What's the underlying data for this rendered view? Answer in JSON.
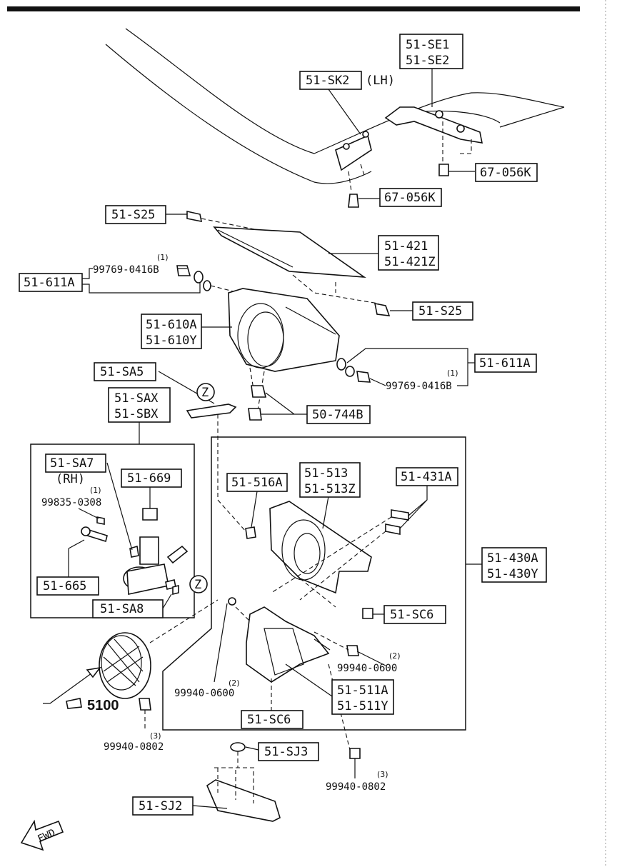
{
  "labels": {
    "se1": "51-SE1",
    "se2": "51-SE2",
    "sk2": "51-SK2",
    "sk2_side": "(LH)",
    "k056_a": "67-056K",
    "k056_b": "67-056K",
    "s25_a": "51-S25",
    "p421": "51-421",
    "p421z": "51-421Z",
    "p611a_a": "51-611A",
    "bolt_a": "99769-0416B",
    "bolt_a_qty": "(1)",
    "s25_b": "51-S25",
    "p610a": "51-610A",
    "p610y": "51-610Y",
    "p611a_b": "51-611A",
    "bolt_b": "99769-0416B",
    "bolt_b_qty": "(1)",
    "sa5": "51-SA5",
    "sax": "51-SAX",
    "sbx": "51-SBX",
    "p744b": "50-744B",
    "sa7": "51-SA7",
    "sa7_side": "(RH)",
    "p669": "51-669",
    "screw": "99835-0308",
    "screw_qty": "(1)",
    "p665": "51-665",
    "sa8": "51-SA8",
    "z_top": "Z",
    "z_bottom": "Z",
    "p516a": "51-516A",
    "p513": "51-513",
    "p513z": "51-513Z",
    "p431a": "51-431A",
    "p430a": "51-430A",
    "p430y": "51-430Y",
    "sc6_a": "51-SC6",
    "nut_a": "99940-0600",
    "nut_a_qty": "(2)",
    "nut_b": "99940-0600",
    "nut_b_qty": "(2)",
    "p511a": "51-511A",
    "p511y": "51-511Y",
    "sc6_b": "51-SC6",
    "ref_5100": "5100",
    "nut_c": "99940-0802",
    "nut_c_qty": "(3)",
    "sj3": "51-SJ3",
    "nut_d": "99940-0802",
    "nut_d_qty": "(3)",
    "sj2": "51-SJ2",
    "fwd": "FWD"
  }
}
